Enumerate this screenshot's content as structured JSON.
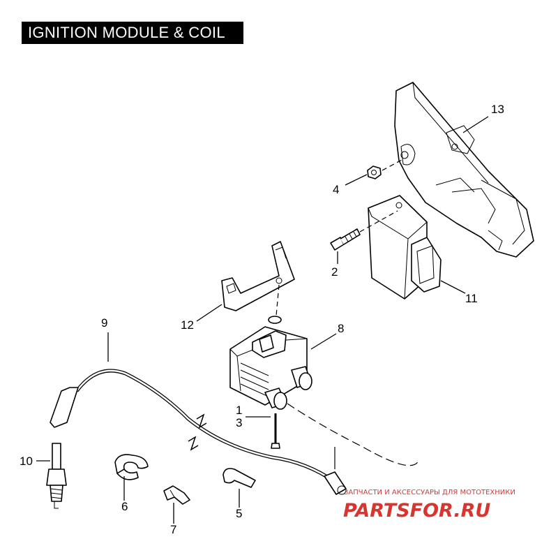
{
  "title": "IGNITION MODULE & COIL",
  "callouts": {
    "c1": "1",
    "c2": "2",
    "c3": "3",
    "c4": "4",
    "c5": "5",
    "c6": "6",
    "c7": "7",
    "c8": "8",
    "c9": "9",
    "c10": "10",
    "c11": "11",
    "c12": "12",
    "c13": "13"
  },
  "watermark": {
    "tagline": "ЗАПЧАСТИ И АКСЕССУАРЫ ДЛЯ МОТОТЕХНИКИ",
    "brand": "PARTSFOR.RU"
  },
  "colors": {
    "watermark": "#d9352f",
    "title_bg": "#000000",
    "title_fg": "#ffffff"
  }
}
